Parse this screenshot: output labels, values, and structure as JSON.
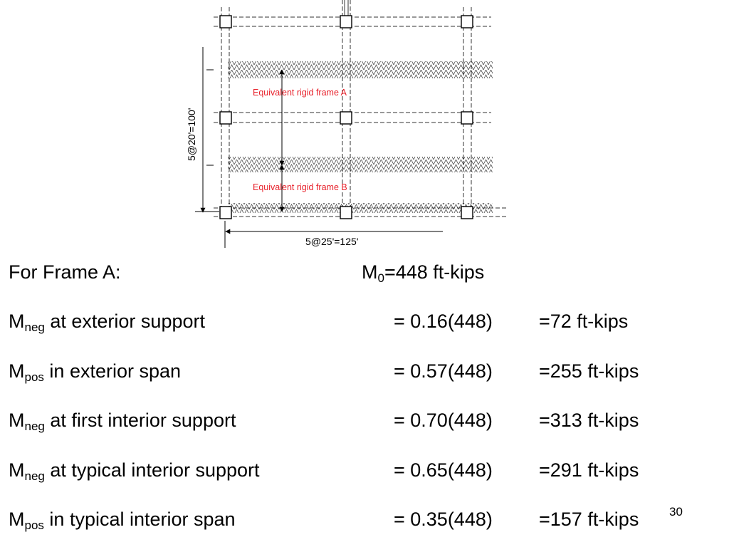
{
  "diagram": {
    "frame_a_label": "Equivalent rigid frame A",
    "frame_b_label": "Equivalent rigid frame B",
    "vertical_dimension": "5@20'=100'",
    "horizontal_dimension": "5@25'=125'"
  },
  "header": {
    "title": "For Frame A:",
    "m0_symbol": "M",
    "m0_sub": "0",
    "m0_value": "=448 ft-kips"
  },
  "rows": [
    {
      "symbol": "M",
      "sub": "neg",
      "label": " at exterior support",
      "factor": "= 0.16(448)",
      "result": "=72 ft-kips"
    },
    {
      "symbol": "M",
      "sub": "pos",
      "label": " in exterior span",
      "factor": "= 0.57(448)",
      "result": "=255 ft-kips"
    },
    {
      "symbol": "M",
      "sub": "neg",
      "label": " at first interior support",
      "factor": "= 0.70(448)",
      "result": "=313 ft-kips"
    },
    {
      "symbol": "M",
      "sub": "neg",
      "label": " at typical interior support",
      "factor": "= 0.65(448)",
      "result": "=291 ft-kips"
    },
    {
      "symbol": "M",
      "sub": "pos",
      "label": " in typical interior span",
      "factor": "= 0.35(448)",
      "result": "=157 ft-kips"
    }
  ],
  "slide_number": "30"
}
